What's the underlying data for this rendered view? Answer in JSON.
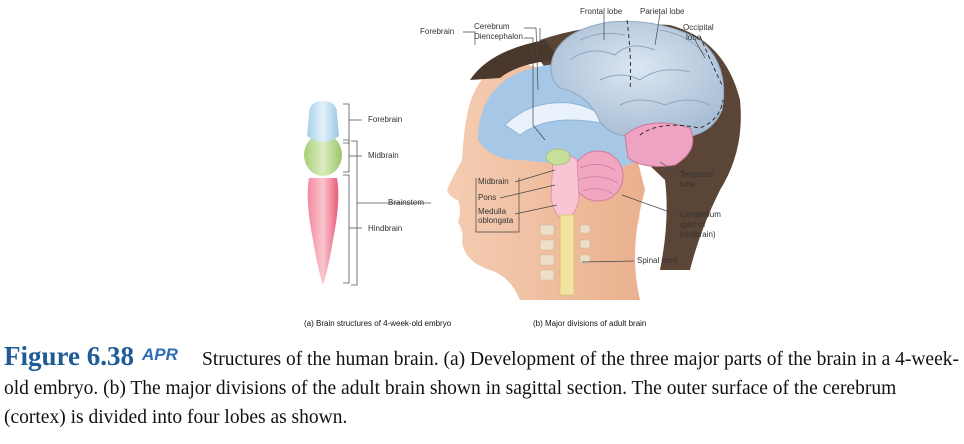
{
  "figure": {
    "embryo_labels": {
      "forebrain": "Forebrain",
      "midbrain": "Midbrain",
      "brainstem": "Brainstem",
      "hindbrain": "Hindbrain"
    },
    "adult_labels": {
      "forebrain": "Forebrain",
      "cerebrum": "Cerebrum",
      "diencephalon": "Diencephalon",
      "frontal_lobe": "Frontal lobe",
      "parietal_lobe": "Parietal lobe",
      "occipital_lobe_line1": "Occipital",
      "occipital_lobe_line2": "lobe",
      "temporal_lobe_line1": "Temporal",
      "temporal_lobe_line2": "lobe",
      "midbrain": "Midbrain",
      "pons": "Pons",
      "medulla_line1": "Medulla",
      "medulla_line2": "oblongata",
      "cerebellum_line1": "Cerebellum",
      "cerebellum_line2": "(part of",
      "cerebellum_line3": "hindbrain)",
      "spinal_cord": "Spinal cord"
    },
    "subcaption_a": "(a) Brain structures of 4-week-old embryo",
    "subcaption_b": "(b) Major divisions of adult brain"
  },
  "caption": {
    "figure_number": "Figure 6.38",
    "badge": "APR",
    "text": "Structures of the human brain. (a) Development of the three major parts of the brain in a 4-week-old embryo. (b) The major divisions of the adult brain shown in sagittal section. The outer surface of the cerebrum (cortex) is divided into four lobes as shown."
  },
  "colors": {
    "forebrain": "#b9d9ee",
    "midbrain": "#b9d88a",
    "hindbrain": "#f07b93",
    "figure_number": "#1f5c96",
    "badge": "#2f6cb3",
    "cerebellum": "#ec8fb2",
    "skin": "#f3c8ac"
  }
}
